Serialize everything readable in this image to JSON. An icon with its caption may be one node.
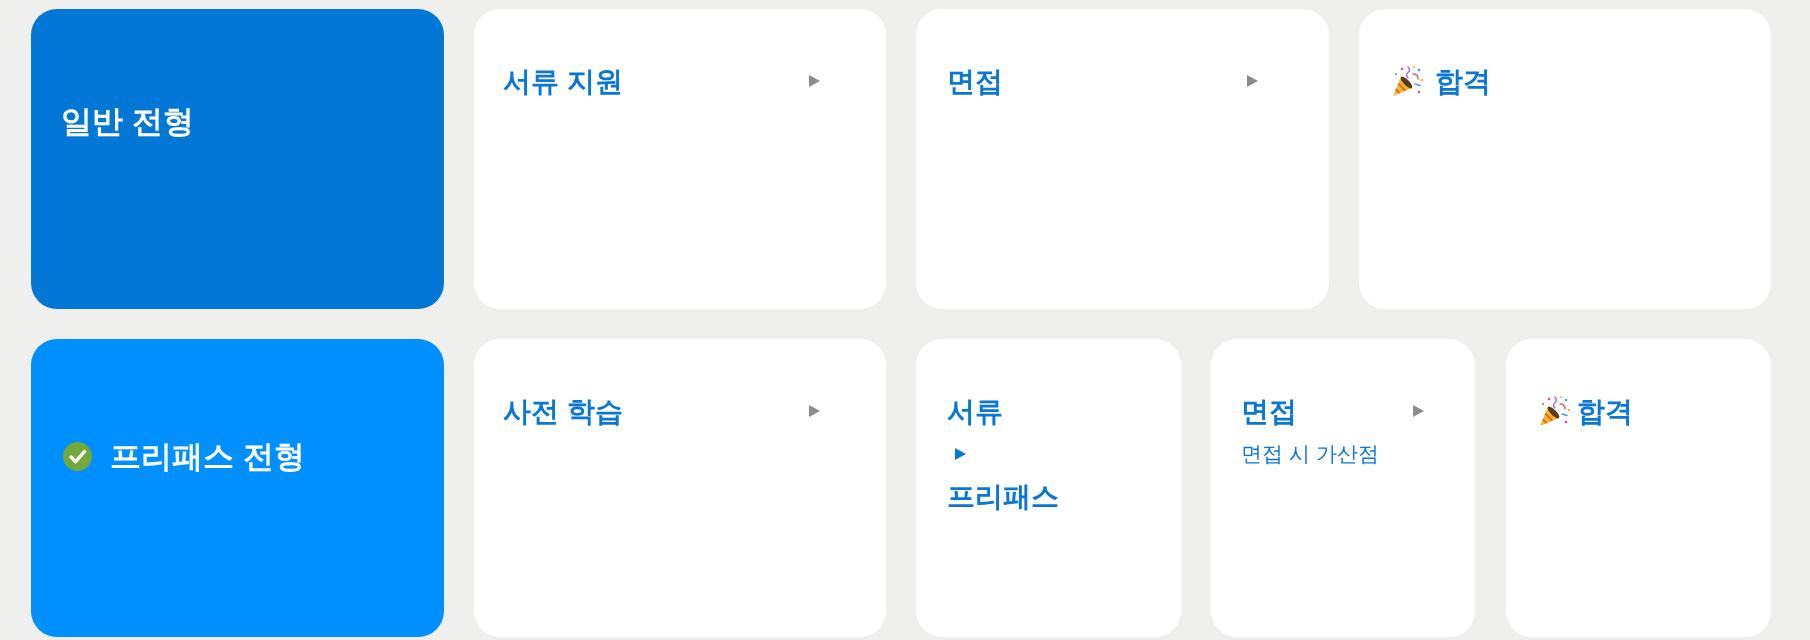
{
  "diagram": {
    "nodes": [
      {
        "text": [
          "일반 전형"
        ]
      },
      {
        "text": [
          "서류 지원"
        ]
      },
      {
        "text": [
          "면접"
        ]
      },
      {
        "text": [
          "합격"
        ]
      },
      {
        "text": [
          "프리패스 전형"
        ]
      },
      {
        "text": [
          "사전 학습"
        ]
      },
      {
        "text": [
          "서류",
          "프리패스"
        ]
      },
      {
        "text": [
          "면접",
          "면접 시 가산점"
        ]
      },
      {
        "text": [
          "합격"
        ]
      }
    ]
  }
}
